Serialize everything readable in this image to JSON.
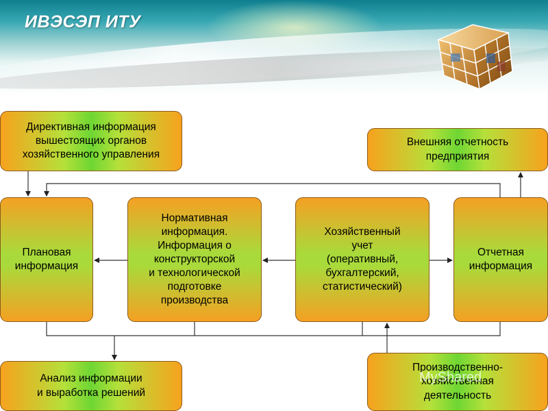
{
  "header": {
    "title": "ИВЭСЭП ИТУ"
  },
  "boxes": {
    "directive": "Директивная информация\nвышестоящих органов\nхозяйственного управления",
    "external": "Внешняя отчетность\nпредприятия",
    "planned": "Плановая\nинформация",
    "normative": "Нормативная\nинформация.\nИнформация о\nконструкторской\nи технологической\nподготовке\nпроизводства",
    "accounting": "Хозяйственный\nучет\n(оперативный,\nбухгалтерский,\nстатистический)",
    "reporting": "Отчетная\nинформация",
    "analysis": "Анализ информации\nи выработка решений",
    "production": "Производственно-\nхозяйственная\nдеятельность"
  },
  "watermark": "MyShared",
  "colors": {
    "box_orange": "#f7a21e",
    "box_green": "#6ed633",
    "border": "#8a5a1a",
    "header_teal": "#0f7f8f"
  },
  "icons": {
    "logo": "cube-logo-icon"
  }
}
